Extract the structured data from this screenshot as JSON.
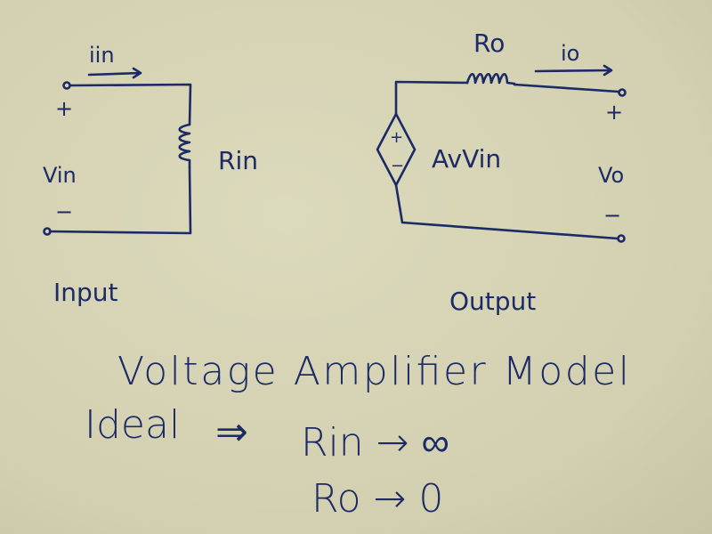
{
  "input": {
    "current": "iin",
    "plus": "+",
    "voltage": "Vin",
    "minus": "−",
    "resistor": "Rin",
    "label": "Input"
  },
  "output": {
    "resistor": "Ro",
    "current": "io",
    "plus": "+",
    "voltage": "Vo",
    "minus": "−",
    "source": "AvVin",
    "source_plus": "+",
    "source_minus": "−",
    "label": "Output"
  },
  "title": "Voltage Amplifier Model",
  "ideal": {
    "label": "Ideal",
    "implies": "⇒",
    "line1": "Rin → ∞",
    "line2": "Ro → 0"
  },
  "colors": {
    "ink": "#1c2a66",
    "board": "#d6d4b6"
  }
}
